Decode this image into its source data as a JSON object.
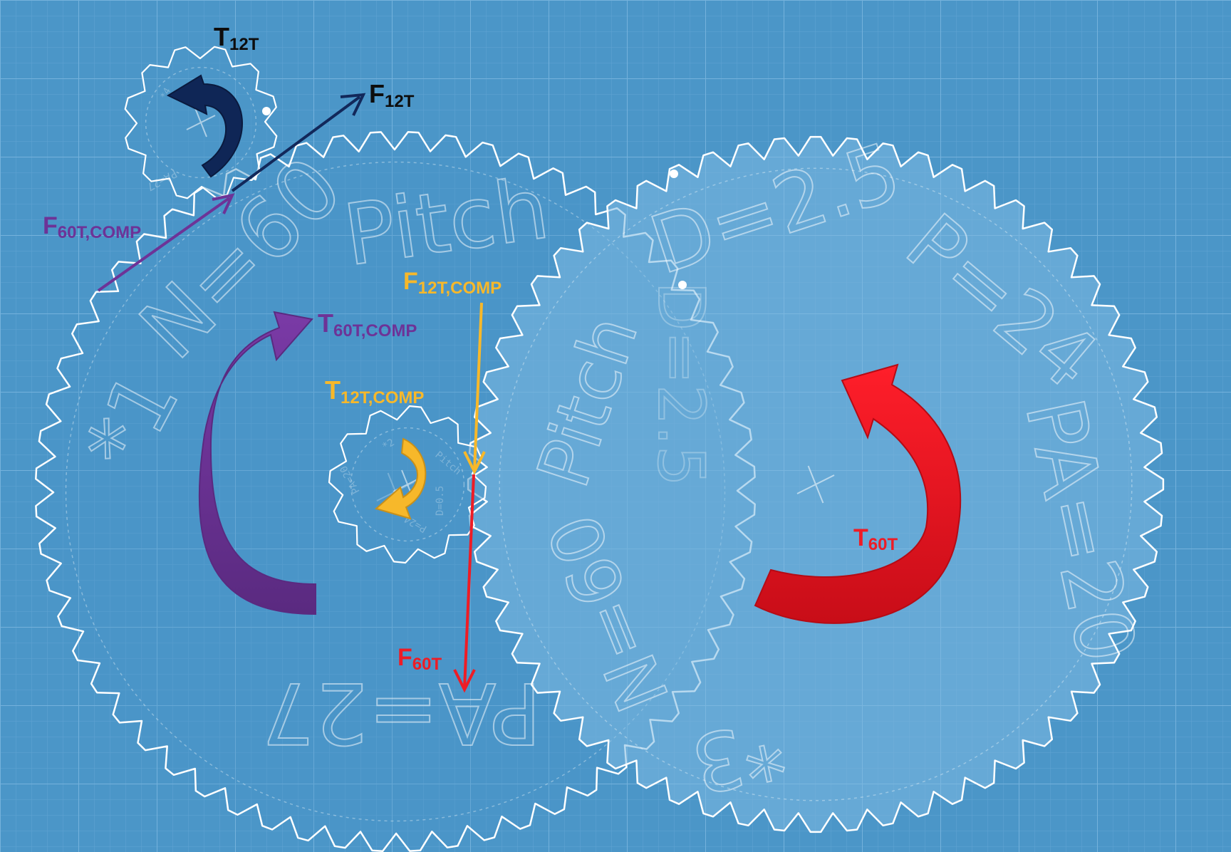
{
  "colors": {
    "background": "#4b96c8",
    "grid": "#6aaad6",
    "gear_outline": "#ffffff",
    "navy": "#0f2656",
    "purple": "#6d3397",
    "yellow": "#f7b82a",
    "red": "#ee1c25"
  },
  "gears": {
    "small_top": {
      "teeth": 12,
      "engraving": [
        "PA=27",
        "*4"
      ]
    },
    "small_middle": {
      "teeth": 12,
      "engraving": [
        "*2",
        "Pitch",
        "D=0.5",
        "P=24",
        "PA=20"
      ]
    },
    "large_left": {
      "teeth": 60,
      "engraving": [
        "*1",
        "N=60",
        "Pitch",
        "PA=27"
      ]
    },
    "large_right": {
      "teeth": 60,
      "engraving": [
        "D=2.5",
        "P=24",
        "PA=20",
        "*3",
        "N=60",
        "Pitch",
        "D=2.5"
      ]
    }
  },
  "labels": {
    "t12t": {
      "main": "T",
      "sub": "12T"
    },
    "f12t": {
      "main": "F",
      "sub": "12T"
    },
    "f60t_comp": {
      "main": "F",
      "sub": "60T,COMP"
    },
    "f12t_comp": {
      "main": "F",
      "sub": "12T,COMP"
    },
    "t60t_comp": {
      "main": "T",
      "sub": "60T,COMP"
    },
    "t12t_comp": {
      "main": "T",
      "sub": "12T,COMP"
    },
    "t60t": {
      "main": "T",
      "sub": "60T"
    },
    "f60t": {
      "main": "F",
      "sub": "60T"
    }
  }
}
